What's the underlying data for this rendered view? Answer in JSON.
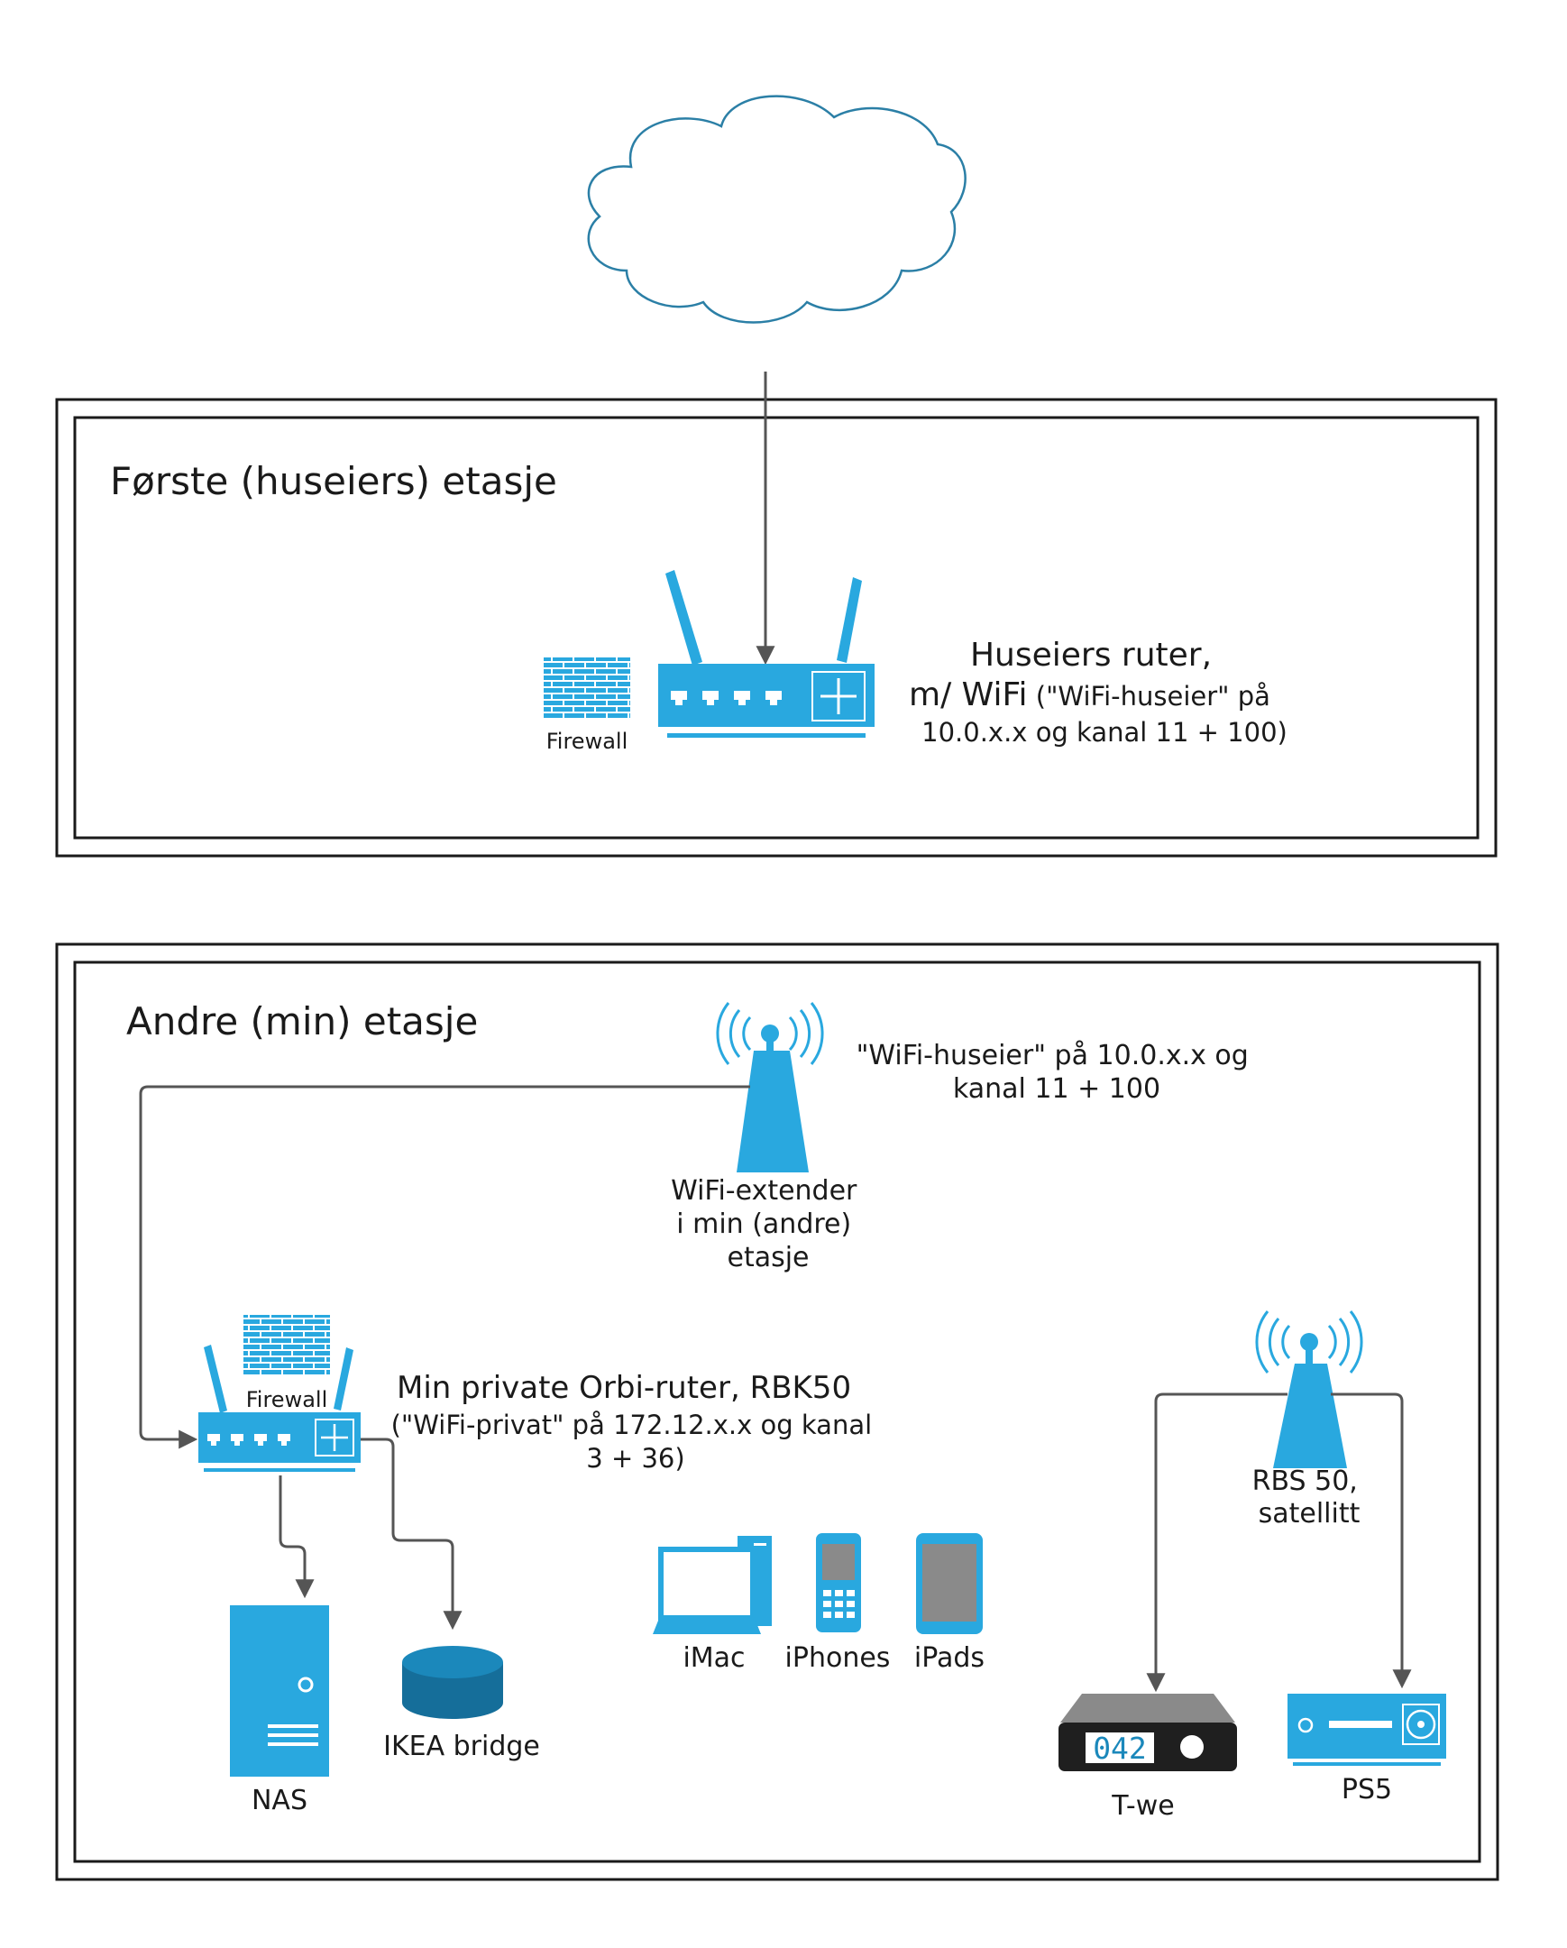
{
  "colors": {
    "accent": "#29a8df",
    "accent_dark": "#156e9a",
    "line": "#555555",
    "frame": "#1a1a1a",
    "cloud_stroke": "#2b7fa6",
    "device_dark": "#1f1f1f",
    "device_gray": "#8a8a8a"
  },
  "floors": {
    "first": {
      "title": "Første (huseiers) etasje"
    },
    "second": {
      "title": "Andre (min) etasje"
    }
  },
  "landlord_router": {
    "title": "Huseiers ruter,",
    "line2_main": "m/ WiFi",
    "line2_small": " (\"WiFi-huseier\" på",
    "line3": "10.0.x.x og kanal 11 + 100)",
    "firewall_label": "Firewall"
  },
  "extender": {
    "label_lines": [
      "WiFi-extender",
      "i min (andre)",
      "etasje"
    ],
    "note_lines": [
      "\"WiFi-huseier\" på 10.0.x.x og",
      "kanal 11 + 100"
    ]
  },
  "orbi_router": {
    "firewall_label": "Firewall",
    "title": "Min private Orbi-ruter, RBK50",
    "desc_lines": [
      "(\"WiFi-privat\" på 172.12.x.x og kanal",
      "3 + 36)"
    ]
  },
  "satellite": {
    "label_lines": [
      "RBS 50,",
      "satellitt"
    ]
  },
  "devices": {
    "nas": "NAS",
    "ikea": "IKEA bridge",
    "imac": "iMac",
    "iphones": "iPhones",
    "ipads": "iPads",
    "tv_box": "T-we",
    "tv_display": "042",
    "ps5": "PS5"
  },
  "icons": {
    "cloud": "cloud-icon",
    "router": "router-icon",
    "firewall": "firewall-icon",
    "antenna": "wireless-antenna-icon",
    "server": "server-icon",
    "bridge": "cylinder-hub-icon",
    "desktop": "desktop-computer-icon",
    "phone": "mobile-phone-icon",
    "tablet": "tablet-icon",
    "set_top_box": "set-top-box-icon",
    "console": "game-console-icon"
  }
}
